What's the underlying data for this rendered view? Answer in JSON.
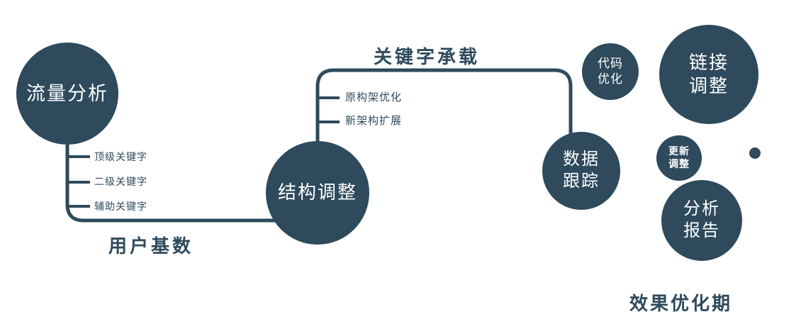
{
  "colors": {
    "primary": "#2e4a5c",
    "background": "#ffffff",
    "text_on_circle": "#ffffff"
  },
  "nodes": {
    "traffic": {
      "label": "流量分析"
    },
    "structure": {
      "label": "结构调整"
    },
    "data_tracking": {
      "line1": "数据",
      "line2": "跟踪"
    },
    "code_opt": {
      "line1": "代码",
      "line2": "优化"
    },
    "link_adjust": {
      "line1": "链接",
      "line2": "调整"
    },
    "update_adjust": {
      "line1": "更新",
      "line2": "调整"
    },
    "analysis_report": {
      "line1": "分析",
      "line2": "报告"
    }
  },
  "edge_labels": {
    "user_base": "用户基数",
    "keyword_bearing": "关键字承载"
  },
  "branch_labels": {
    "traffic": [
      "顶级关键字",
      "二级关键字",
      "辅助关键字"
    ],
    "structure": [
      "原构架优化",
      "新架构扩展"
    ]
  },
  "caption": "效果优化期"
}
